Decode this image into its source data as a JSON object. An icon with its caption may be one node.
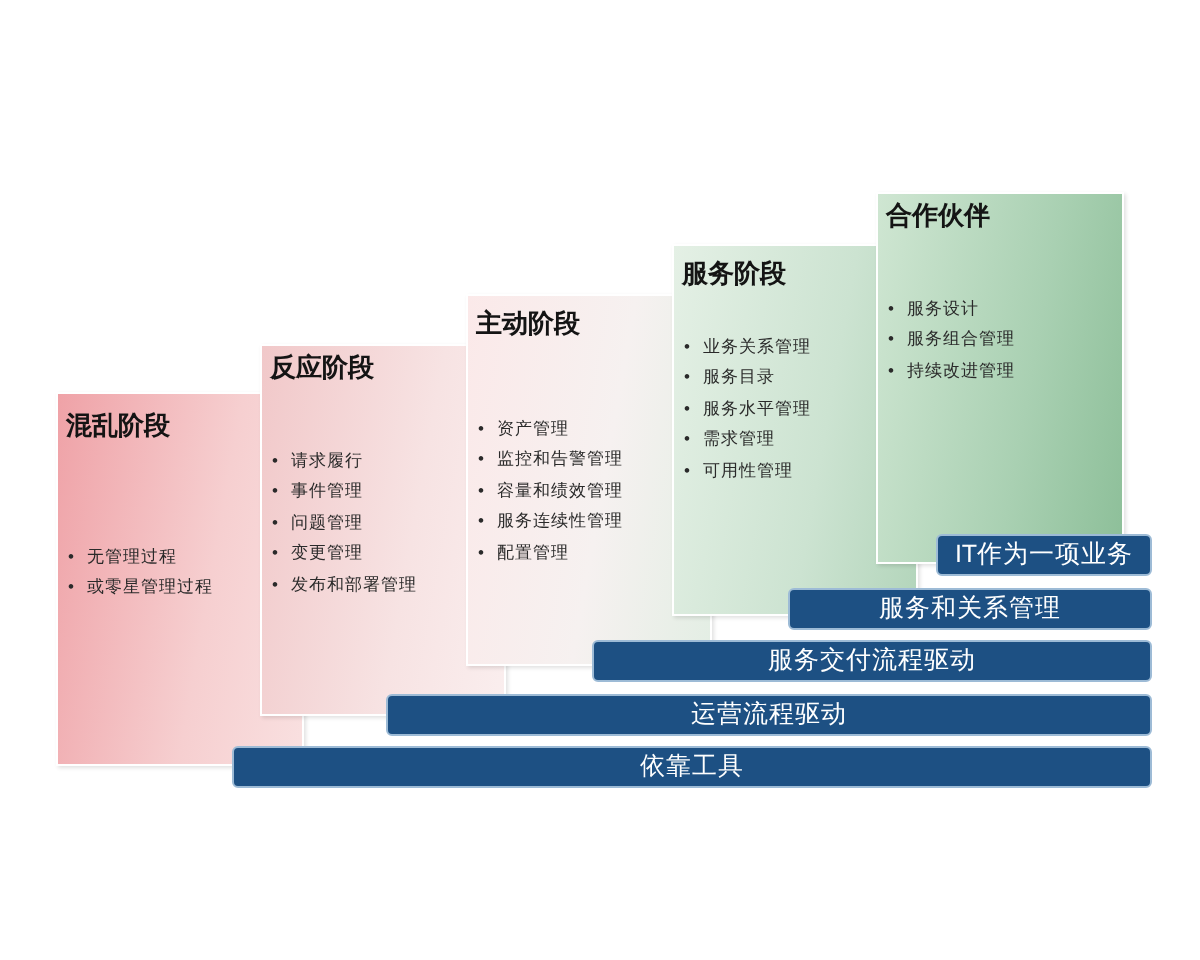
{
  "diagram": {
    "nodes": [
      {
        "text": [
          "混乱阶段",
          "• 无管理过程",
          "• 或零星管理过程"
        ]
      },
      {
        "text": [
          "反应阶段",
          "• 请求履行",
          "• 事件管理",
          "• 问题管理",
          "• 变更管理",
          "• 发布和部署管理"
        ]
      },
      {
        "text": [
          "主动阶段",
          "• 资产管理",
          "• 监控和告警管理",
          "• 容量和绩效管理",
          "• 服务连续性管理",
          "• 配置管理"
        ]
      },
      {
        "text": [
          "服务阶段",
          "• 业务关系管理",
          "• 服务目录",
          "• 服务水平管理",
          "• 需求管理",
          "• 可用性管理"
        ]
      },
      {
        "text": [
          "合作伙伴",
          "• 服务设计",
          "• 服务组合管理",
          "• 持续改进管理"
        ]
      },
      {
        "text": [
          "IT作为一项业务"
        ]
      },
      {
        "text": [
          "服务和关系管理"
        ]
      },
      {
        "text": [
          "服务交付流程驱动"
        ]
      },
      {
        "text": [
          "运营流程驱动"
        ]
      },
      {
        "text": [
          "依靠工具"
        ]
      }
    ]
  }
}
